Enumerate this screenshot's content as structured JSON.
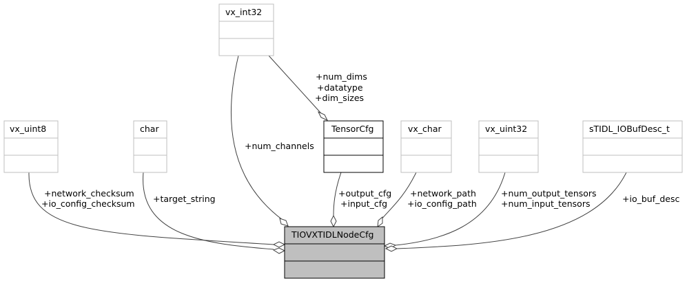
{
  "diagram": {
    "central_class": {
      "name": "TIOVXTIDLNodeCfg",
      "fill": "#bfbfbf",
      "border": "#000000"
    },
    "classes": [
      {
        "id": "vx_int32",
        "name": "vx_int32",
        "border": "#bfbfbf"
      },
      {
        "id": "vx_uint8",
        "name": "vx_uint8",
        "border": "#bfbfbf"
      },
      {
        "id": "char",
        "name": "char",
        "border": "#bfbfbf"
      },
      {
        "id": "TensorCfg",
        "name": "TensorCfg",
        "border": "#000000"
      },
      {
        "id": "vx_char",
        "name": "vx_char",
        "border": "#bfbfbf"
      },
      {
        "id": "vx_uint32",
        "name": "vx_uint32",
        "border": "#bfbfbf"
      },
      {
        "id": "sTIDL_IOBufDesc_t",
        "name": "sTIDL_IOBufDesc_t",
        "border": "#bfbfbf"
      }
    ],
    "relationships": [
      {
        "from": "vx_int32",
        "to": "TensorCfg",
        "labels": [
          "+num_dims",
          "+datatype",
          "+dim_sizes"
        ]
      },
      {
        "from": "vx_int32",
        "to": "TIOVXTIDLNodeCfg",
        "labels": [
          "+num_channels"
        ]
      },
      {
        "from": "vx_uint8",
        "to": "TIOVXTIDLNodeCfg",
        "labels": [
          "+network_checksum",
          "+io_config_checksum"
        ]
      },
      {
        "from": "char",
        "to": "TIOVXTIDLNodeCfg",
        "labels": [
          "+target_string"
        ]
      },
      {
        "from": "TensorCfg",
        "to": "TIOVXTIDLNodeCfg",
        "labels": [
          "+output_cfg",
          "+input_cfg"
        ]
      },
      {
        "from": "vx_char",
        "to": "TIOVXTIDLNodeCfg",
        "labels": [
          "+network_path",
          "+io_config_path"
        ]
      },
      {
        "from": "vx_uint32",
        "to": "TIOVXTIDLNodeCfg",
        "labels": [
          "+num_output_tensors",
          "+num_input_tensors"
        ]
      },
      {
        "from": "sTIDL_IOBufDesc_t",
        "to": "TIOVXTIDLNodeCfg",
        "labels": [
          "+io_buf_desc"
        ]
      }
    ],
    "edge_color": "#404040"
  }
}
